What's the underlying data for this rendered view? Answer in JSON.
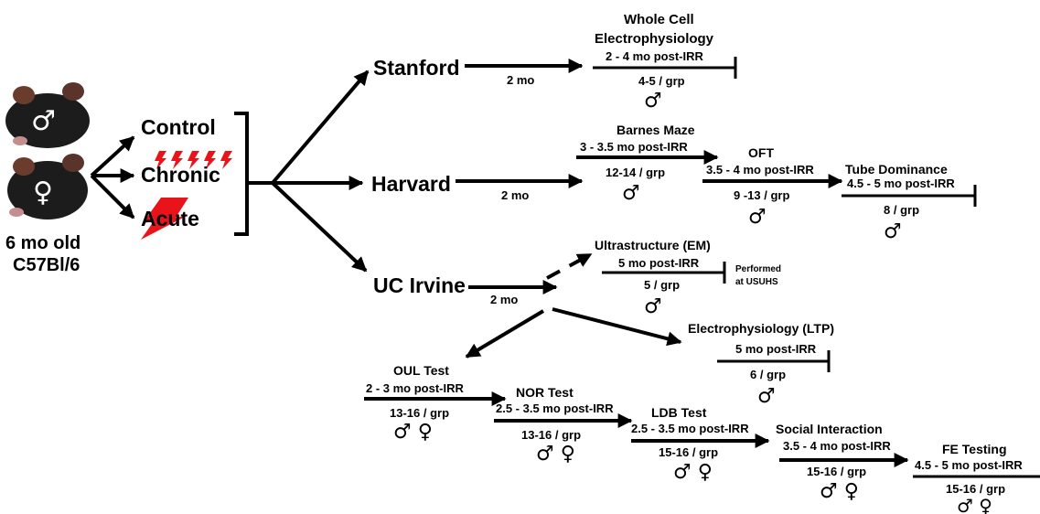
{
  "mouse": {
    "male_symbol": "♂",
    "female_symbol": "♀",
    "age": "6 mo old",
    "strain": "C57Bl/6"
  },
  "groups": {
    "control": "Control",
    "chronic": "Chronic",
    "acute": "Acute"
  },
  "sites": {
    "stanford": "Stanford",
    "harvard": "Harvard",
    "ucirvine": "UC Irvine"
  },
  "delays": {
    "stanford": "2 mo",
    "harvard": "2 mo",
    "ucirvine": "2 mo"
  },
  "assays": {
    "wholecell": {
      "title_line1": "Whole Cell",
      "title_line2": "Electrophysiology",
      "timing": "2 - 4 mo post-IRR",
      "n": "4-5 / grp",
      "sex": "♂"
    },
    "barnes": {
      "title": "Barnes Maze",
      "timing": "3 - 3.5 mo post-IRR",
      "n": "12-14 / grp",
      "sex": "♂"
    },
    "oft": {
      "title": "OFT",
      "timing": "3.5 - 4 mo post-IRR",
      "n": "9 -13 / grp",
      "sex": "♂"
    },
    "tube": {
      "title": "Tube Dominance",
      "timing": "4.5 - 5 mo post-IRR",
      "n": "8 / grp",
      "sex": "♂"
    },
    "em": {
      "title": "Ultrastructure (EM)",
      "timing": "5 mo post-IRR",
      "n": "5 / grp",
      "sex": "♂",
      "note_line1": "Performed",
      "note_line2": "at USUHS"
    },
    "ltp": {
      "title": "Electrophysiology (LTP)",
      "timing": "5 mo post-IRR",
      "n": "6 / grp",
      "sex": "♂"
    },
    "oul": {
      "title": "OUL Test",
      "timing": "2 - 3 mo post-IRR",
      "n": "13-16 / grp",
      "sex": "♂ ♀"
    },
    "nor": {
      "title": "NOR Test",
      "timing": "2.5 - 3.5 mo post-IRR",
      "n": "13-16 / grp",
      "sex": "♂ ♀"
    },
    "ldb": {
      "title": "LDB Test",
      "timing": "2.5 - 3.5 mo post-IRR",
      "n": "15-16 / grp",
      "sex": "♂ ♀"
    },
    "social": {
      "title": "Social Interaction",
      "timing": "3.5 - 4 mo post-IRR",
      "n": "15-16 / grp",
      "sex": "♂ ♀"
    },
    "fe": {
      "title": "FE Testing",
      "timing": "4.5 - 5 mo post-IRR",
      "n": "15-16 / grp",
      "sex": "♂ ♀"
    }
  },
  "colors": {
    "ink": "#000000",
    "lightning": "#e8141a",
    "mouse_fur": "#1c1c1c"
  }
}
